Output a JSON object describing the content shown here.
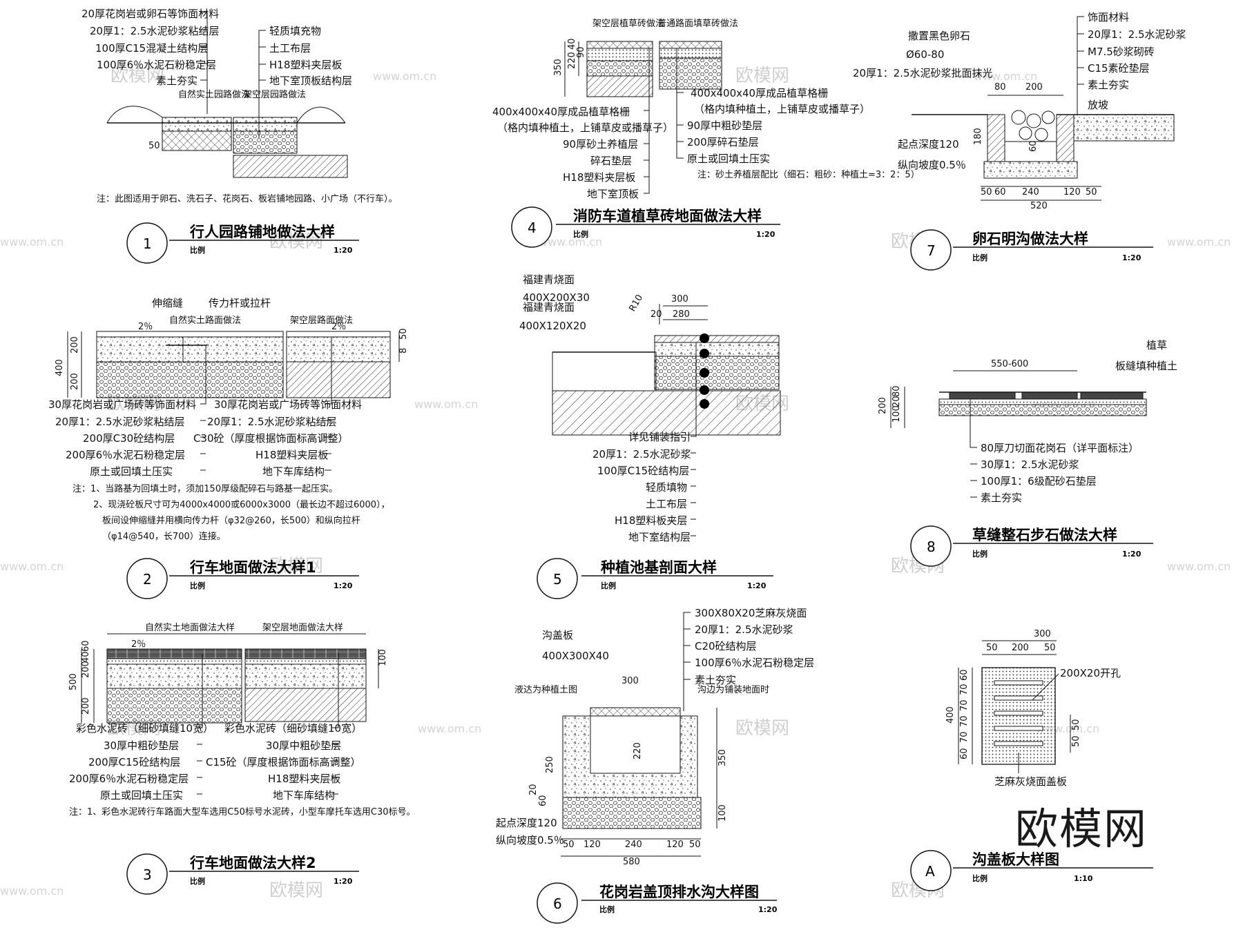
{
  "details": [
    {
      "id": "d1",
      "number": "1",
      "title": "行人园路铺地做法大样",
      "scale_label": "比例",
      "scale": "1:20",
      "labels_left": [
        "20厚花岗岩或卵石等饰面材料",
        "20厚1：2.5水泥砂浆粘结层",
        "100厚C15混凝土结构层",
        "100厚6％水泥石粉稳定层",
        "素土夯实"
      ],
      "labels_right": [
        "轻质填充物",
        "土工布层",
        "H18塑料夹层板",
        "地下室顶板结构层"
      ],
      "sub_labels": [
        "自然实土园路做法",
        "架空层园路做法"
      ],
      "dims": [
        "50"
      ],
      "note": "注：此图适用于卵石、洗石子、花岗石、板岩铺地园路、小广场（不行车）。"
    },
    {
      "id": "d2",
      "number": "2",
      "title": "行车地面做法大样1",
      "scale_label": "比例",
      "scale": "1:20",
      "top_labels": [
        "伸缩缝",
        "传力杆或拉杆"
      ],
      "sub_labels": [
        "自然实土路面做法",
        "架空层路面做法"
      ],
      "slopes": [
        "2％",
        "2％"
      ],
      "dims": [
        "400",
        "200",
        "200",
        "50",
        "8"
      ],
      "labels_left": [
        "30厚花岗岩或广场砖等饰面材料",
        "20厚1：2.5水泥砂浆粘结层",
        "200厚C30砼结构层",
        "200厚6％水泥石粉稳定层",
        "原土或回填土压实"
      ],
      "labels_right": [
        "30厚花岗岩或广场砖等饰面材料",
        "20厚1：2.5水泥砂浆粘结层",
        "C30砼（厚度根据饰面标高调整）",
        "H18塑料夹层板",
        "地下车库结构"
      ],
      "notes": [
        "注：1、当路基为回填土时，须加150厚级配碎石与路基一起压实。",
        "2、现浇砼板尺寸可为4000x4000或6000x3000（最长边不超过6000），",
        "板间设伸缩缝并用横向传力杆（φ32@260，长500）和纵向拉杆",
        "（φ14@540，长700）连接。"
      ]
    },
    {
      "id": "d3",
      "number": "3",
      "title": "行车地面做法大样2",
      "scale_label": "比例",
      "scale": "1:20",
      "sub_labels": [
        "自然实土地面做法大样",
        "架空层地面做法大样"
      ],
      "slopes": [
        "2％"
      ],
      "dims": [
        "500",
        "200",
        "200",
        "40",
        "60",
        "100"
      ],
      "labels_left": [
        "彩色水泥砖（细砂填缝10宽）",
        "30厚中粗砂垫层",
        "200厚C15砼结构层",
        "200厚6％水泥石粉稳定层",
        "原土或回填土压实"
      ],
      "labels_right": [
        "彩色水泥砖（细砂填缝10宽）",
        "30厚中粗砂垫层",
        "C15砼（厚度根据饰面标高调整）",
        "H18塑料夹层板",
        "地下车库结构"
      ],
      "note": "注：1、彩色水泥砖行车路面大型车选用C50标号水泥砖，小型车摩托车选用C30标号。"
    },
    {
      "id": "d4",
      "number": "4",
      "title": "消防车道植草砖地面做法大样",
      "scale_label": "比例",
      "scale": "1:20",
      "sub_labels": [
        "架空层植草砖做法",
        "普通路面填草砖做法"
      ],
      "dims": [
        "350",
        "220",
        "40",
        "90"
      ],
      "labels_left": [
        "400x400x40厚成品植草格栅",
        "（格内填种植土，上铺草皮或播草子）",
        "90厚砂土养植层",
        "碎石垫层",
        "H18塑料夹层板",
        "地下室顶板"
      ],
      "labels_right": [
        "400x400x40厚成品植草格栅",
        "（格内填种植土，上铺草皮或播草子）",
        "90厚中粗砂垫层",
        "200厚碎石垫层",
        "原土或回填土压实"
      ],
      "note": "注：砂土养植层配比（细石：粗砂：种植土=3：2：5）"
    },
    {
      "id": "d5",
      "number": "5",
      "title": "种植池基剖面大样",
      "scale_label": "比例",
      "scale": "1:20",
      "top_labels": [
        "福建青烧面",
        "400X200X30",
        "福建青烧面",
        "400X120X20"
      ],
      "dims": [
        "R10",
        "20",
        "300",
        "280"
      ],
      "labels": [
        "详见铺装指引",
        "20厚1：2.5水泥砂浆",
        "100厚C15砼结构层",
        "轻质填物",
        "土工布层",
        "H18塑料板夹层",
        "地下室结构层"
      ]
    },
    {
      "id": "d6",
      "number": "6",
      "title": "花岗岩盖顶排水沟大样图",
      "scale_label": "比例",
      "scale": "1:20",
      "top_labels": [
        "沟盖板",
        "400X300X40"
      ],
      "sub_labels": [
        "液达为种植土图",
        "沟边为铺装地面时"
      ],
      "labels": [
        "300X80X20芝麻灰烧面",
        "20厚1：2.5水泥砂浆",
        "C20砼结构层",
        "100厚6％水泥石粉稳定层",
        "素土夯实"
      ],
      "dims": [
        "300",
        "220",
        "250",
        "350",
        "20",
        "60",
        "100",
        "50",
        "120",
        "240",
        "120",
        "50",
        "580"
      ],
      "bottom_labels": [
        "起点深度120",
        "纵向坡度0.5％"
      ]
    },
    {
      "id": "d7",
      "number": "7",
      "title": "卵石明沟做法大样",
      "scale_label": "比例",
      "scale": "1:20",
      "labels_left": [
        "撒置黑色卵石",
        "Ø60-80",
        "20厚1：2.5水泥砂浆批面抹光"
      ],
      "labels_right": [
        "饰面材料",
        "20厚1：2.5水泥砂浆",
        "M7.5砂浆砌砖",
        "C15素砼垫层",
        "素土夯实"
      ],
      "misc": [
        "放坡",
        "起点深度120",
        "纵向坡度0.5％"
      ],
      "dims": [
        "80",
        "200",
        "180",
        "60",
        "50",
        "60",
        "240",
        "120",
        "50",
        "520"
      ]
    },
    {
      "id": "d8",
      "number": "8",
      "title": "草缝整石步石做法大样",
      "scale_label": "比例",
      "scale": "1:20",
      "top_labels": [
        "植草",
        "板缝填种植土"
      ],
      "dims": [
        "550-600",
        "200",
        "80",
        "20",
        "100"
      ],
      "labels": [
        "80厚刀切面花岗石（详平面标注）",
        "30厚1：2.5水泥砂浆",
        "100厚1：6级配砂石垫层",
        "素土夯实"
      ]
    },
    {
      "id": "dA",
      "number": "A",
      "title": "沟盖板大样图",
      "scale_label": "比例",
      "scale": "1:10",
      "dims_top": [
        "300",
        "50",
        "200",
        "50"
      ],
      "dims_left": [
        "400",
        "60",
        "70",
        "70",
        "70",
        "70",
        "60"
      ],
      "dims_right": [
        "50",
        "50"
      ],
      "labels": [
        "200X20开孔",
        "芝麻灰烧面盖板"
      ]
    }
  ],
  "watermark": {
    "brand": "欧模网",
    "site": "www.om.cn"
  }
}
